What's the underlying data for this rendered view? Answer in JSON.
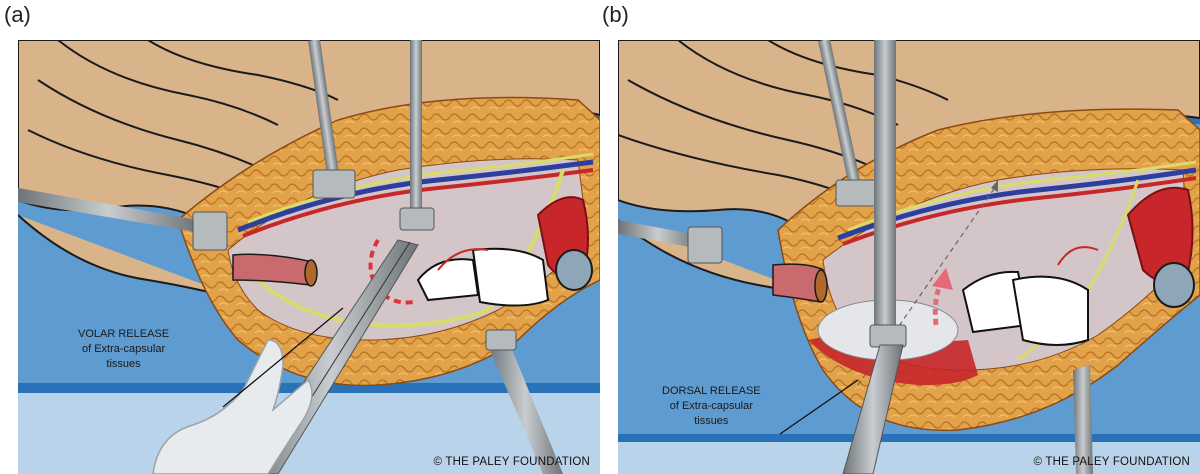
{
  "panels": [
    {
      "letter": "(a)",
      "caption_lines": [
        "VOLAR RELEASE",
        "of Extra-capsular",
        "tissues"
      ],
      "copyright": "© THE PALEY FOUNDATION"
    },
    {
      "letter": "(b)",
      "caption_lines": [
        "DORSAL RELEASE",
        "of Extra-capsular",
        "tissues"
      ],
      "copyright": "© THE PALEY FOUNDATION"
    }
  ],
  "colors": {
    "background_blue": "#7fb0d6",
    "stripe_blue": "#2a72b8",
    "skin": "#d9b48a",
    "fat": "#e2a24a",
    "muscle_red": "#c7262a",
    "vein_blue": "#2d3f9e",
    "nerve_yellow": "#d7dc6a",
    "instrument_gray": "#8a8f93",
    "release_arrow": "#e46a7a"
  }
}
